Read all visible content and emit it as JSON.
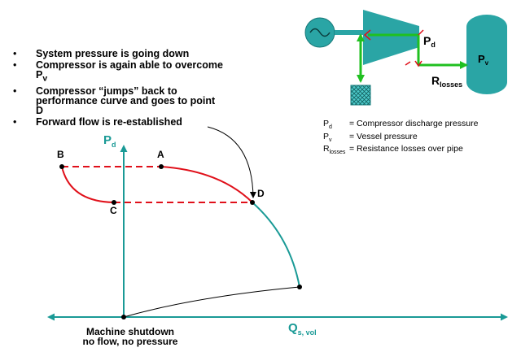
{
  "bullets": [
    {
      "text": "System pressure is going down",
      "sub": ""
    },
    {
      "text": "Compressor is again able to overcome P",
      "sub": "v"
    },
    {
      "text": "Compressor “jumps” back to performance curve and goes to point D",
      "sub": ""
    },
    {
      "text": "Forward flow is re-established",
      "sub": ""
    }
  ],
  "axes": {
    "y_label": "P",
    "y_sub": "d",
    "x_label": "Q",
    "x_sub": "s, vol"
  },
  "points": {
    "a": "A",
    "b": "B",
    "c": "C",
    "d": "D"
  },
  "caption": {
    "line1": "Machine shutdown",
    "line2": "no flow, no pressure"
  },
  "schematic": {
    "pd": "P",
    "pd_sub": "d",
    "pv": "P",
    "pv_sub": "v",
    "rl": "R",
    "rl_sub": "losses"
  },
  "legend": [
    {
      "sym": "P",
      "sub": "d",
      "desc": "= Compressor discharge pressure"
    },
    {
      "sym": "P",
      "sub": "v",
      "desc": "= Vessel pressure"
    },
    {
      "sym": "R",
      "sub": "losses",
      "desc": "= Resistance losses over pipe"
    }
  ],
  "colors": {
    "teal": "#1a9a96",
    "red": "#e0101a",
    "green": "#20c020",
    "equipment": "#2aa5a5"
  }
}
